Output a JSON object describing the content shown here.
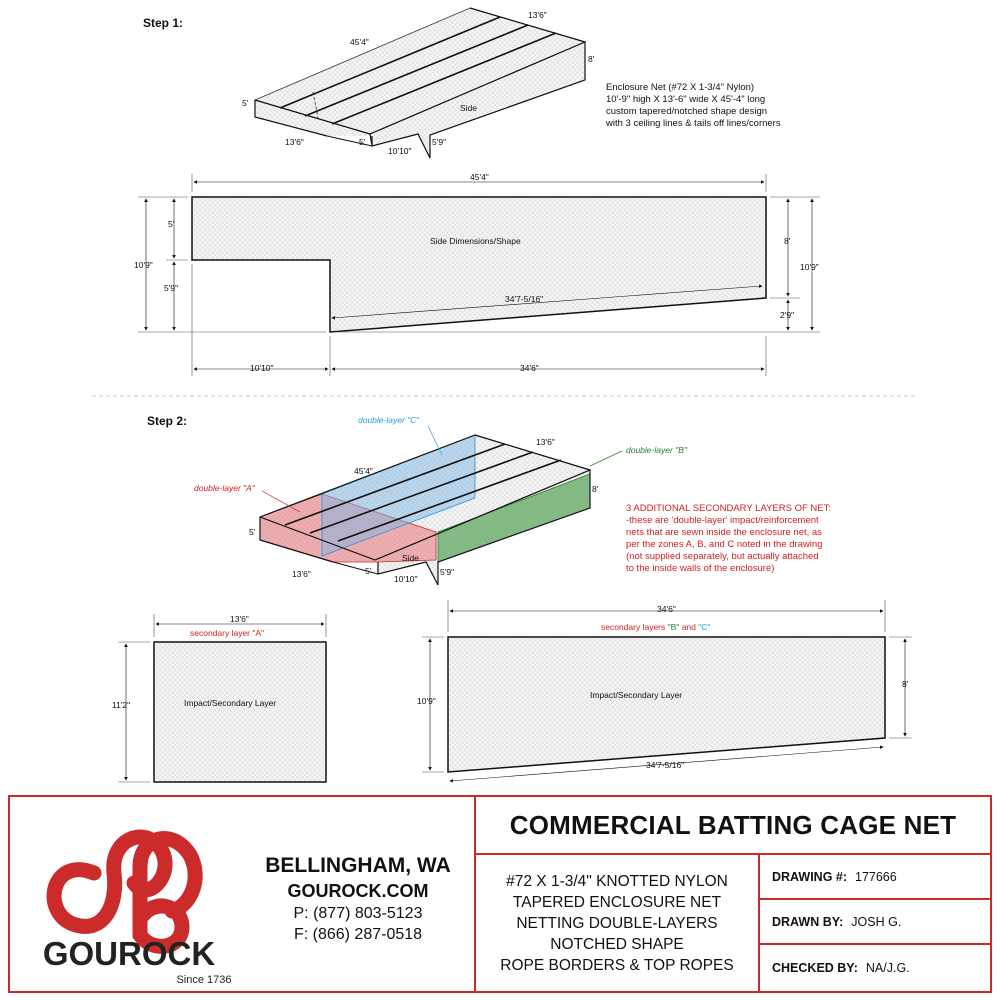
{
  "step1": {
    "heading": "Step 1:",
    "iso": {
      "length": "45'4\"",
      "width_top": "13'6\"",
      "height_right": "8'",
      "height_left": "5'",
      "width_bottom": "13'6\"",
      "notch_height": "5'",
      "notch_length": "10'10\"",
      "notch_low": "5'9\"",
      "side_label": "Side"
    },
    "note_lines": [
      "Enclosure Net (#72 X 1-3/4\" Nylon)",
      "10'-9\" high X 13'-6\" wide X 45'-4\" long",
      "custom tapered/notched shape design",
      "with 3 ceiling lines & tails off lines/corners"
    ],
    "side": {
      "title": "Side Dimensions/Shape",
      "total_length": "45'4\"",
      "top_left": "5'",
      "lower_left": "5'9\"",
      "total_height_left": "10'9\"",
      "right_height": "8'",
      "total_height_right": "10'9\"",
      "right_low": "2'9\"",
      "slope": "34'7-5/16\"",
      "bottom_left": "10'10\"",
      "bottom_right": "34'6\""
    }
  },
  "step2": {
    "heading": "Step 2:",
    "iso": {
      "length": "45'4\"",
      "width_top": "13'6\"",
      "height_right": "8'",
      "height_left": "5'",
      "width_bottom": "13'6\"",
      "notch_height": "5'",
      "notch_length": "10'10\"",
      "notch_low": "5'9\"",
      "side_label": "Side",
      "layer_a": "double-layer \"A\"",
      "layer_b": "double-layer \"B\"",
      "layer_c": "double-layer \"C\""
    },
    "note_lines": [
      "3 ADDITIONAL SECONDARY LAYERS OF NET:",
      "-these are 'double-layer' impact/reinforcement",
      "nets that are sewn inside the enclosure net, as",
      "per the zones A, B, and C noted in the drawing",
      "(not supplied separately, but actually attached",
      "to the inside walls of the enclosure)"
    ],
    "panel_a": {
      "width": "13'6\"",
      "caption": "secondary layer \"A\"",
      "height": "11'2\"",
      "label": "Impact/Secondary Layer"
    },
    "panel_bc": {
      "width": "34'6\"",
      "caption_prefix": "secondary layers ",
      "caption_b": "\"B\"",
      "caption_and": " and ",
      "caption_c": "\"C\"",
      "height_left": "10'9\"",
      "height_right": "8'",
      "label": "Impact/Secondary Layer",
      "slope": "34'7-5/16\""
    }
  },
  "title_block": {
    "title": "COMMERCIAL BATTING CAGE NET",
    "description_lines": [
      "#72 X 1-3/4\" KNOTTED NYLON",
      "TAPERED ENCLOSURE NET",
      "NETTING DOUBLE-LAYERS",
      "NOTCHED SHAPE",
      "ROPE BORDERS & TOP ROPES"
    ],
    "drawing_number_label": "DRAWING #:",
    "drawing_number": "177666",
    "drawn_by_label": "DRAWN BY:",
    "drawn_by": "JOSH G.",
    "checked_by_label": "CHECKED BY:",
    "checked_by": "NA/J.G."
  },
  "company": {
    "name": "GOUROCK",
    "since": "Since 1736",
    "city": "BELLINGHAM, WA",
    "website": "GOUROCK.COM",
    "phone": "P: (877) 803-5123",
    "fax": "F: (866) 287-0518"
  },
  "colors": {
    "brand_red": "#cc2b2b",
    "layer_a": "#d21f1f",
    "layer_b": "#2e7d32",
    "layer_c": "#2a9fd6"
  }
}
